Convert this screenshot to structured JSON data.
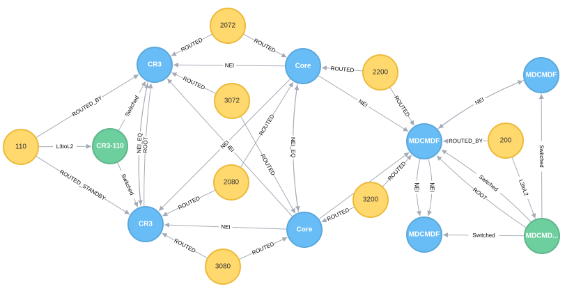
{
  "colors": {
    "router": {
      "fill": "#68bdf6",
      "stroke": "#5ca8db"
    },
    "number": {
      "fill": "#ffd86e",
      "stroke": "#edba39"
    },
    "interface": {
      "fill": "#6dce9e",
      "stroke": "#60b58b"
    },
    "edge": "#a5abb6"
  },
  "nodes": [
    {
      "id": "n2072",
      "label": "2072",
      "kind": "number"
    },
    {
      "id": "cr3a",
      "label": "CR3",
      "kind": "router"
    },
    {
      "id": "corea",
      "label": "Core",
      "kind": "router"
    },
    {
      "id": "n2200",
      "label": "2200",
      "kind": "number"
    },
    {
      "id": "mdc1",
      "label": "MDCMDF",
      "kind": "router"
    },
    {
      "id": "n3072",
      "label": "3072",
      "kind": "number"
    },
    {
      "id": "n110",
      "label": "110",
      "kind": "number"
    },
    {
      "id": "cr3110",
      "label": "CR3-110",
      "kind": "interface"
    },
    {
      "id": "mdc2",
      "label": "MDCMDF",
      "kind": "router"
    },
    {
      "id": "n200",
      "label": "200",
      "kind": "number"
    },
    {
      "id": "n2080",
      "label": "2080",
      "kind": "number"
    },
    {
      "id": "n3200",
      "label": "3200",
      "kind": "number"
    },
    {
      "id": "cr3b",
      "label": "CR3",
      "kind": "router"
    },
    {
      "id": "coreb",
      "label": "Core",
      "kind": "router"
    },
    {
      "id": "mdc3",
      "label": "MDCMDF",
      "kind": "router"
    },
    {
      "id": "mdc4",
      "label": "MDCMD...",
      "kind": "interface"
    },
    {
      "id": "n3080",
      "label": "3080",
      "kind": "number"
    }
  ],
  "edges": [
    {
      "from": "n2072",
      "to": "cr3a",
      "label": "ROUTED"
    },
    {
      "from": "n2072",
      "to": "corea",
      "label": "ROUTED"
    },
    {
      "from": "corea",
      "to": "cr3a",
      "label": "NEI"
    },
    {
      "from": "n2200",
      "to": "corea",
      "label": "ROUTED"
    },
    {
      "from": "n2200",
      "to": "mdc2",
      "label": "ROUTED"
    },
    {
      "from": "corea",
      "to": "mdc2",
      "label": "NEI"
    },
    {
      "from": "n3072",
      "to": "cr3a",
      "label": "ROUTED"
    },
    {
      "from": "n3072",
      "to": "coreb",
      "label": "ROUTED"
    },
    {
      "from": "n110",
      "to": "cr3a",
      "label": "ROUTED_BY"
    },
    {
      "from": "n110",
      "to": "cr3110",
      "label": "L3toL2"
    },
    {
      "from": "n110",
      "to": "cr3b",
      "label": "ROUTED_STANDBY"
    },
    {
      "from": "cr3110",
      "to": "cr3a",
      "label": "Switched"
    },
    {
      "from": "cr3b",
      "to": "cr3a",
      "label": "ROOT"
    },
    {
      "from": "cr3110",
      "to": "cr3b",
      "label": "Switched"
    },
    {
      "from": "cr3b",
      "to": "cr3a",
      "label": "NEI_EQ"
    },
    {
      "from": "cr3a",
      "to": "cr3b",
      "label": "NEI_EQ"
    },
    {
      "from": "coreb",
      "to": "cr3a",
      "label": "NEI"
    },
    {
      "from": "corea",
      "to": "cr3b",
      "label": "NEI"
    },
    {
      "from": "n2080",
      "to": "cr3b",
      "label": "ROUTED"
    },
    {
      "from": "n2080",
      "to": "corea",
      "label": "ROUTED"
    },
    {
      "from": "coreb",
      "to": "corea",
      "label": "NEI_EQ"
    },
    {
      "from": "corea",
      "to": "coreb",
      "label": "NEI_EQ"
    },
    {
      "from": "coreb",
      "to": "cr3b",
      "label": "NEI"
    },
    {
      "from": "n3080",
      "to": "cr3b",
      "label": "ROUTED"
    },
    {
      "from": "n3080",
      "to": "coreb",
      "label": "ROUTED"
    },
    {
      "from": "n3200",
      "to": "coreb",
      "label": "ROUTED"
    },
    {
      "from": "n3200",
      "to": "mdc2",
      "label": "ROUTED"
    },
    {
      "from": "coreb",
      "to": "mdc2",
      "label": "NEI"
    },
    {
      "from": "mdc2",
      "to": "mdc1",
      "label": "NEI"
    },
    {
      "from": "mdc1",
      "to": "mdc2",
      "label": "NEI"
    },
    {
      "from": "n200",
      "to": "mdc2",
      "label": "ROUTED_BY"
    },
    {
      "from": "n200",
      "to": "mdc4",
      "label": "L3toL2"
    },
    {
      "from": "mdc4",
      "to": "mdc1",
      "label": "Switched"
    },
    {
      "from": "mdc4",
      "to": "mdc2",
      "label": "ROOT"
    },
    {
      "from": "mdc4",
      "to": "mdc2",
      "label": "Switched"
    },
    {
      "from": "mdc2",
      "to": "mdc3",
      "label": "NEI"
    },
    {
      "from": "mdc2",
      "to": "mdc3",
      "label": "NEI"
    },
    {
      "from": "mdc4",
      "to": "mdc3",
      "label": "Switched"
    }
  ]
}
